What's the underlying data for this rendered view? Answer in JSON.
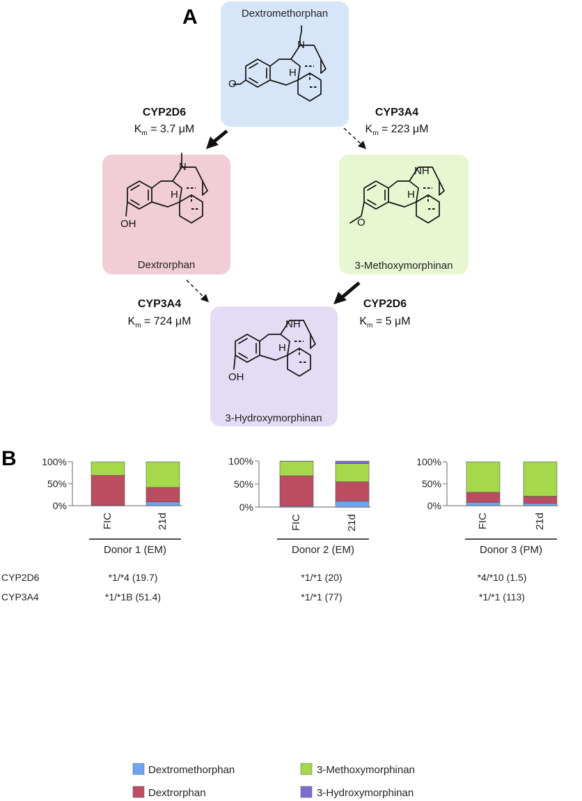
{
  "panel_a": {
    "letter": "A",
    "compounds": {
      "dextromethorphan": "Dextromethorphan",
      "dextrorphan": "Dextrorphan",
      "methoxymorphinan": "3-Methoxymorphinan",
      "hydroxymorphinan": "3-Hydroxymorphinan"
    },
    "atoms": {
      "n": "N",
      "nh": "NH",
      "h": "H",
      "oh": "OH",
      "o": "O"
    },
    "reactions": [
      {
        "enzyme": "CYP2D6",
        "km_prefix": "K",
        "km_sub": "m",
        "km_value": " = 3.7 μM"
      },
      {
        "enzyme": "CYP3A4",
        "km_prefix": "K",
        "km_sub": "m",
        "km_value": " = 223 μM"
      },
      {
        "enzyme": "CYP3A4",
        "km_prefix": "K",
        "km_sub": "m",
        "km_value": " = 724 μM"
      },
      {
        "enzyme": "CYP2D6",
        "km_prefix": "K",
        "km_sub": "m",
        "km_value": " = 5 μM"
      }
    ],
    "box_colors": [
      "#d6e6f8",
      "#f1cdd5",
      "#e9f6d2",
      "#e4dcf4"
    ]
  },
  "panel_b": {
    "letter": "B",
    "geno_rows": [
      "CYP2D6",
      "CYP3A4"
    ],
    "donors": [
      {
        "name": "Donor 1 (EM)",
        "cyp2d6": "*1/*4 (19.7)",
        "cyp3a4": "*1/*1B (51.4)"
      },
      {
        "name": "Donor 2 (EM)",
        "cyp2d6": "*1/*1 (20)",
        "cyp3a4": "*1/*1 (77)"
      },
      {
        "name": "Donor 3 (PM)",
        "cyp2d6": "*4/*10 (1.5)",
        "cyp3a4": "*1/*1 (113)"
      }
    ],
    "legend": [
      {
        "label": "Dextromethorphan",
        "color": "#6fa5ec"
      },
      {
        "label": "3-Methoxymorphinan",
        "color": "#a6d84c"
      },
      {
        "label": "Dextrorphan",
        "color": "#bc4c5f"
      },
      {
        "label": "3-Hydroxymorphinan",
        "color": "#7e6bd2"
      }
    ]
  },
  "chart_data": [
    {
      "type": "bar",
      "stacked": true,
      "title": "Donor 1 (EM)",
      "categories": [
        "FIC",
        "21d"
      ],
      "yticks": [
        "0%",
        "50%",
        "100%"
      ],
      "ylim": [
        0,
        100
      ],
      "series": [
        {
          "name": "Dextromethorphan",
          "values": [
            1,
            8.5
          ]
        },
        {
          "name": "Dextrorphan",
          "values": [
            68,
            33
          ]
        },
        {
          "name": "3-Methoxymorphinan",
          "values": [
            31,
            58.5
          ]
        },
        {
          "name": "3-Hydroxymorphinan",
          "values": [
            0,
            0
          ]
        }
      ]
    },
    {
      "type": "bar",
      "stacked": true,
      "title": "Donor 2 (EM)",
      "categories": [
        "FIC",
        "21d"
      ],
      "yticks": [
        "0%",
        "50%",
        "100%"
      ],
      "ylim": [
        0,
        100
      ],
      "series": [
        {
          "name": "Dextromethorphan",
          "values": [
            2,
            13
          ]
        },
        {
          "name": "Dextrorphan",
          "values": [
            66,
            42
          ]
        },
        {
          "name": "3-Methoxymorphinan",
          "values": [
            31.5,
            39.5
          ]
        },
        {
          "name": "3-Hydroxymorphinan",
          "values": [
            0.5,
            5.5
          ]
        }
      ]
    },
    {
      "type": "bar",
      "stacked": true,
      "title": "Donor 3 (PM)",
      "categories": [
        "FIC",
        "21d"
      ],
      "yticks": [
        "0%",
        "50%",
        "100%"
      ],
      "ylim": [
        0,
        100
      ],
      "series": [
        {
          "name": "Dextromethorphan",
          "values": [
            7.5,
            5.5
          ]
        },
        {
          "name": "Dextrorphan",
          "values": [
            23,
            16
          ]
        },
        {
          "name": "3-Methoxymorphinan",
          "values": [
            69.5,
            78.5
          ]
        },
        {
          "name": "3-Hydroxymorphinan",
          "values": [
            0,
            0
          ]
        }
      ]
    }
  ]
}
